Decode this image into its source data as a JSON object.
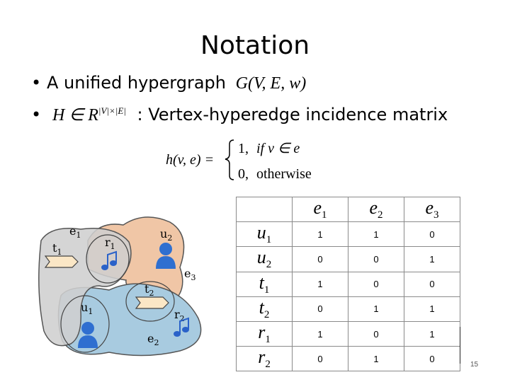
{
  "title": "Notation",
  "bullets": [
    {
      "text": "A unified hypergraph",
      "math": "G(V, E, w)"
    },
    {
      "math_base": "H ∈ R",
      "math_sup": "|V|×|E|",
      "text": ": Vertex-hyperedge incidence matrix"
    }
  ],
  "formula": {
    "lhs": "h(v, e) =",
    "case1_val": "1,",
    "case1_cond": "if v ∈ e",
    "case2_val": "0,",
    "case2_cond": "otherwise"
  },
  "figure": {
    "labels": {
      "e1": "e",
      "e1_sub": "1",
      "e2": "e",
      "e2_sub": "2",
      "e3": "e",
      "e3_sub": "3",
      "u1": "u",
      "u1_sub": "1",
      "u2": "u",
      "u2_sub": "2",
      "t1": "t",
      "t1_sub": "1",
      "t2": "t",
      "t2_sub": "2",
      "r1": "r",
      "r1_sub": "1",
      "r2": "r",
      "r2_sub": "2"
    },
    "colors": {
      "e1": "#cfcfcf",
      "e2": "#a8cbe0",
      "e3": "#f0c6a6",
      "user": "#2f6fd0",
      "tag": "#fbe7c6",
      "music": "#2a62c9"
    }
  },
  "table": {
    "columns": [
      {
        "base": "e",
        "sub": "1"
      },
      {
        "base": "e",
        "sub": "2"
      },
      {
        "base": "e",
        "sub": "3"
      }
    ],
    "rows": [
      {
        "base": "u",
        "sub": "1",
        "values": [
          "1",
          "1",
          "0"
        ]
      },
      {
        "base": "u",
        "sub": "2",
        "values": [
          "0",
          "0",
          "1"
        ]
      },
      {
        "base": "t",
        "sub": "1",
        "values": [
          "1",
          "0",
          "0"
        ]
      },
      {
        "base": "t",
        "sub": "2",
        "values": [
          "0",
          "1",
          "1"
        ]
      },
      {
        "base": "r",
        "sub": "1",
        "values": [
          "1",
          "0",
          "1"
        ]
      },
      {
        "base": "r",
        "sub": "2",
        "values": [
          "0",
          "1",
          "0"
        ]
      }
    ]
  },
  "page_number": "15"
}
